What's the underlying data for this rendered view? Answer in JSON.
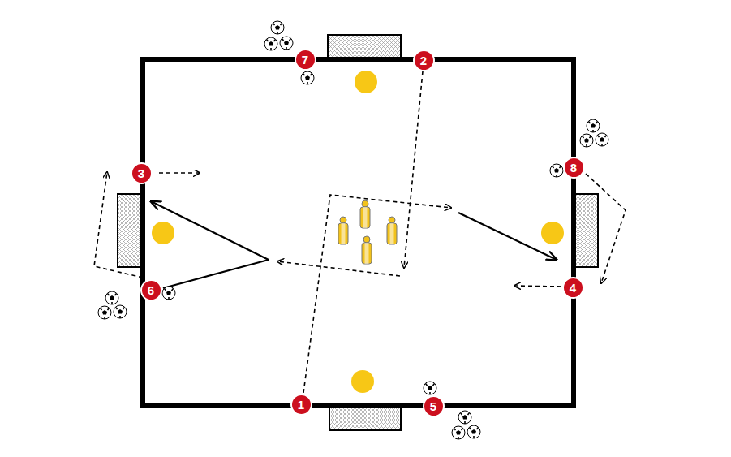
{
  "diagram": {
    "nodes": [
      {
        "text": [
          "7"
        ]
      },
      {
        "text": [
          "2"
        ]
      },
      {
        "text": [
          "3"
        ]
      },
      {
        "text": [
          "8"
        ]
      },
      {
        "text": [
          "6"
        ]
      },
      {
        "text": [
          "4"
        ]
      },
      {
        "text": [
          "1"
        ]
      },
      {
        "text": [
          "5"
        ]
      }
    ]
  }
}
